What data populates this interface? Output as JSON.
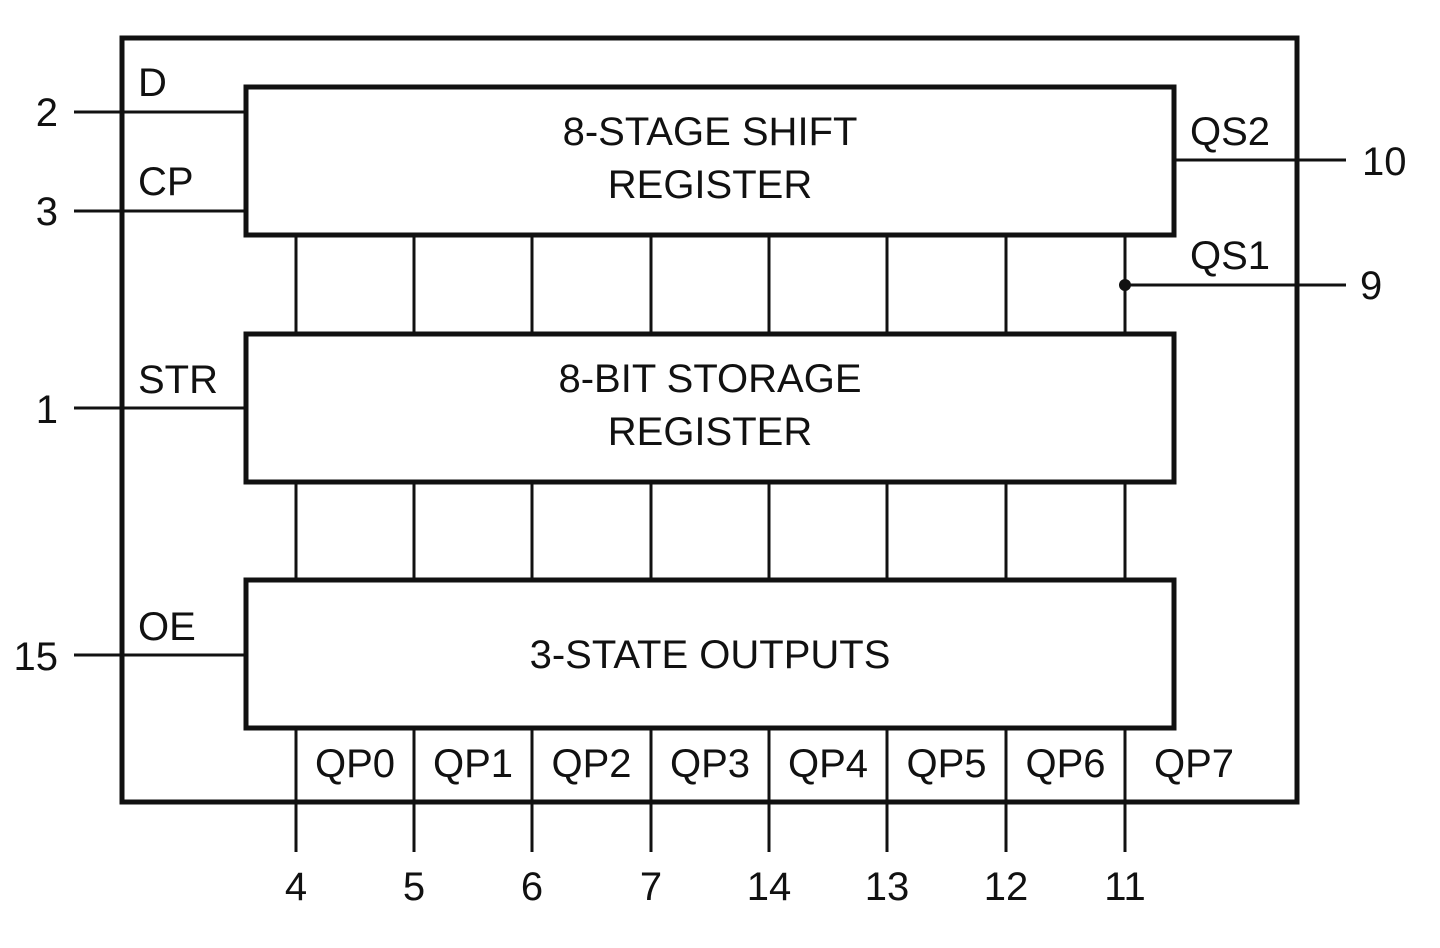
{
  "blocks": {
    "shift": {
      "line1": "8-STAGE SHIFT",
      "line2": "REGISTER"
    },
    "storage": {
      "line1": "8-BIT STORAGE",
      "line2": "REGISTER"
    },
    "outputs": {
      "line1": "3-STATE OUTPUTS"
    }
  },
  "left_signals": [
    {
      "name": "D",
      "pin": "2"
    },
    {
      "name": "CP",
      "pin": "3"
    },
    {
      "name": "STR",
      "pin": "1"
    },
    {
      "name": "OE",
      "pin": "15"
    }
  ],
  "right_signals": [
    {
      "name": "QS2",
      "pin": "10"
    },
    {
      "name": "QS1",
      "pin": "9"
    }
  ],
  "outputs": [
    {
      "name": "QP0",
      "pin": "4"
    },
    {
      "name": "QP1",
      "pin": "5"
    },
    {
      "name": "QP2",
      "pin": "6"
    },
    {
      "name": "QP3",
      "pin": "7"
    },
    {
      "name": "QP4",
      "pin": "14"
    },
    {
      "name": "QP5",
      "pin": "13"
    },
    {
      "name": "QP6",
      "pin": "12"
    },
    {
      "name": "QP7",
      "pin": "11"
    }
  ]
}
